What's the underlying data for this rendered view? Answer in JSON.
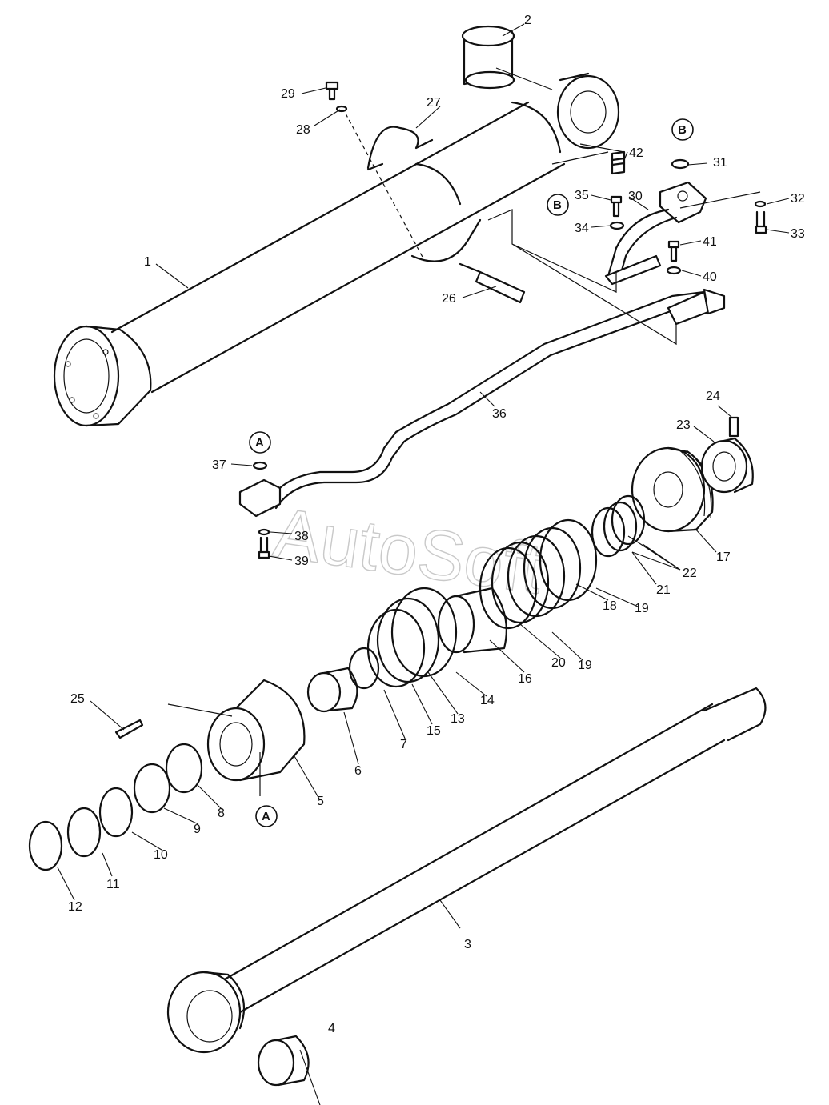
{
  "watermark": "AutoSoft",
  "callouts": {
    "a": "A",
    "b": "B"
  },
  "labels": {
    "p1": "1",
    "p2": "2",
    "p3": "3",
    "p4": "4",
    "p5": "5",
    "p6": "6",
    "p7": "7",
    "p8": "8",
    "p9": "9",
    "p10": "10",
    "p11": "11",
    "p12": "12",
    "p13": "13",
    "p14": "14",
    "p15": "15",
    "p16": "16",
    "p17": "17",
    "p18": "18",
    "p19a": "19",
    "p19b": "19",
    "p20": "20",
    "p21": "21",
    "p22": "22",
    "p23": "23",
    "p24": "24",
    "p25": "25",
    "p26": "26",
    "p27": "27",
    "p28": "28",
    "p29": "29",
    "p30": "30",
    "p31": "31",
    "p32": "32",
    "p33": "33",
    "p34": "34",
    "p35": "35",
    "p36": "36",
    "p37": "37",
    "p38": "38",
    "p39": "39",
    "p40": "40",
    "p41": "41",
    "p42": "42"
  }
}
